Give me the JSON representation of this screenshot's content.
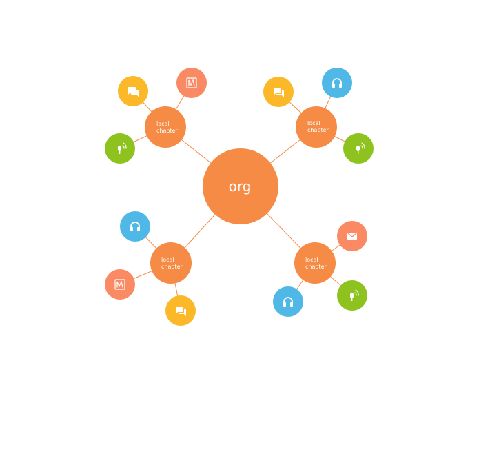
{
  "colors": {
    "orange": "#f68b45",
    "coral": "#f98a63",
    "yellow": "#fbb929",
    "blue": "#4fb8e6",
    "green": "#8dc21f",
    "edge": "#f48b46"
  },
  "center": {
    "label": "org"
  },
  "chapters": [
    {
      "label_line1": "local",
      "label_line2": "chapter",
      "leaves": [
        {
          "icon": "chat-icon",
          "color": "yellow"
        },
        {
          "icon": "map-icon",
          "color": "coral"
        },
        {
          "icon": "microphone-icon",
          "color": "green"
        }
      ]
    },
    {
      "label_line1": "local",
      "label_line2": "chapter",
      "leaves": [
        {
          "icon": "chat-icon",
          "color": "yellow"
        },
        {
          "icon": "headphones-icon",
          "color": "blue"
        },
        {
          "icon": "microphone-icon",
          "color": "green"
        }
      ]
    },
    {
      "label_line1": "local",
      "label_line2": "chapter",
      "leaves": [
        {
          "icon": "headphones-icon",
          "color": "blue"
        },
        {
          "icon": "map-icon",
          "color": "coral"
        },
        {
          "icon": "chat-icon",
          "color": "yellow"
        }
      ]
    },
    {
      "label_line1": "local",
      "label_line2": "chapter",
      "leaves": [
        {
          "icon": "mail-icon",
          "color": "coral"
        },
        {
          "icon": "headphones-icon",
          "color": "blue"
        },
        {
          "icon": "microphone-icon",
          "color": "green"
        }
      ]
    }
  ]
}
